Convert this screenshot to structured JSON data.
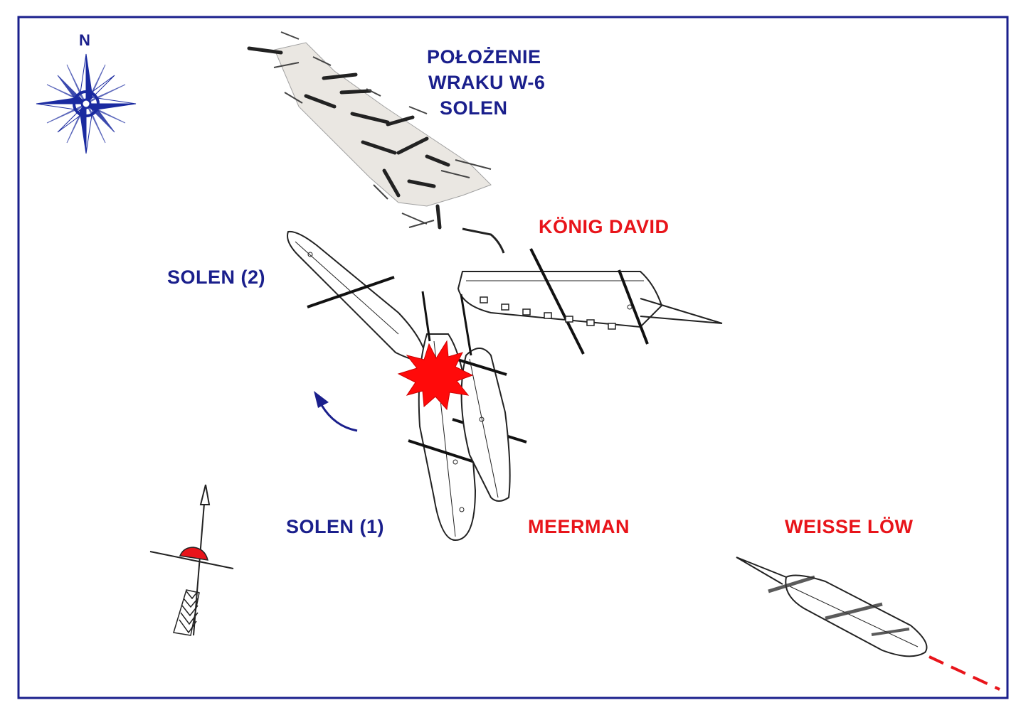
{
  "colors": {
    "border": "#1a1f8c",
    "solen_label": "#1a1f8c",
    "enemy_label": "#e8141a",
    "explosion": "#ff0a0a",
    "ship_outline": "#222222",
    "compass": "#1a2aa0",
    "course_line": "#e8141a"
  },
  "compass": {
    "north_label": "N",
    "icon": "compass-rose-icon"
  },
  "title": {
    "line1": "POŁOŻENIE",
    "line2": "WRAKU W-6",
    "line3": "SOLEN"
  },
  "ships": {
    "konig_david": "KÖNIG DAVID",
    "solen_2": "SOLEN (2)",
    "solen_1": "SOLEN (1)",
    "meerman": "MEERMAN",
    "weisse_low": "WEISSE LÖW"
  },
  "icons": {
    "wind": "wind-arrow-icon",
    "explosion": "explosion-icon",
    "turn": "turn-arrow-icon",
    "wreck": "wreck-debris-icon"
  }
}
